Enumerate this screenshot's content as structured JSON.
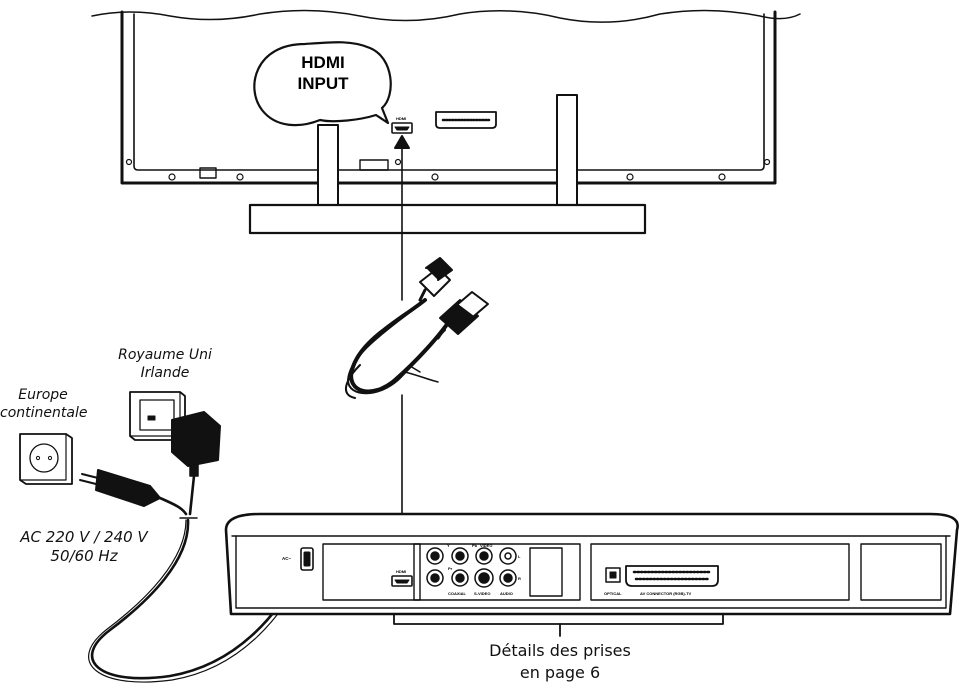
{
  "callout": {
    "line1": "HDMI",
    "line2": "INPUT"
  },
  "tv": {
    "hdmi_port_label": "HDMI"
  },
  "plugs": {
    "uk": {
      "line1": "Royaume Uni",
      "line2": "Irlande"
    },
    "eu": {
      "line1": "Europe",
      "line2": "continentale"
    }
  },
  "power": {
    "line1": "AC 220 V / 240 V",
    "line2": "50/60 Hz"
  },
  "player": {
    "ac_label": "AC~",
    "hdmi_label": "HDMI",
    "jack_labels": {
      "y": "Y",
      "pb": "Pb",
      "pr": "Pr",
      "video": "VIDEO",
      "coaxial": "COAXIAL",
      "svideo": "S-VIDEO",
      "audio": "AUDIO",
      "left": "L",
      "right": "R",
      "optical": "OPTICAL",
      "av_connector": "AV CONNECTOR (RGB)-TV"
    }
  },
  "caption": {
    "line1": "Détails des prises",
    "line2": "en page 6"
  },
  "colors": {
    "line": "#111111",
    "paper": "#ffffff",
    "shade": "#444444"
  }
}
